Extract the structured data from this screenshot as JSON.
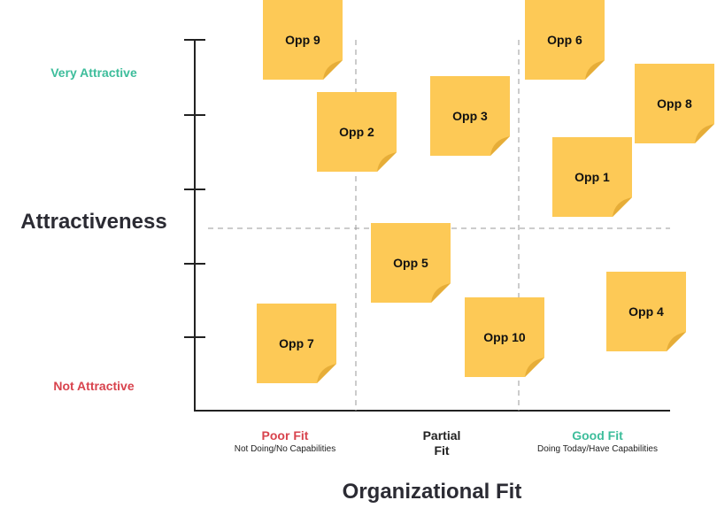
{
  "y_axis": {
    "title": "Attractiveness",
    "top_label": "Very Attractive",
    "bottom_label": "Not Attractive",
    "top_color": "#3dbd9b",
    "bottom_color": "#d8434d"
  },
  "x_axis": {
    "title": "Organizational Fit",
    "categories": [
      {
        "label": "Poor Fit",
        "sub": "Not Doing/No Capabilities",
        "color": "#d8434d"
      },
      {
        "label": "Partial Fit",
        "sub": "",
        "color": "#222222"
      },
      {
        "label": "Good Fit",
        "sub": "Doing Today/Have Capabilities",
        "color": "#3dbd9b"
      }
    ]
  },
  "notes": [
    {
      "label": "Opp 9"
    },
    {
      "label": "Opp 6"
    },
    {
      "label": "Opp 2"
    },
    {
      "label": "Opp 3"
    },
    {
      "label": "Opp 8"
    },
    {
      "label": "Opp 1"
    },
    {
      "label": "Opp 5"
    },
    {
      "label": "Opp 4"
    },
    {
      "label": "Opp 7"
    },
    {
      "label": "Opp 10"
    }
  ],
  "colors": {
    "note_fill": "#fdc956",
    "note_fold": "#e6ad38",
    "axis": "#222222",
    "divider": "#9a9a9a"
  }
}
